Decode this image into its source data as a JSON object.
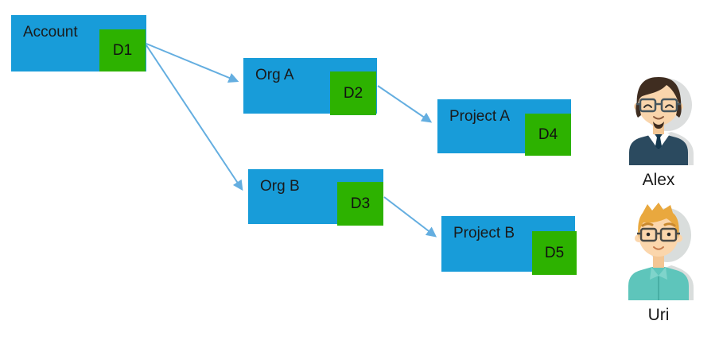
{
  "diagram": {
    "nodes": [
      {
        "id": "account",
        "label": "Account",
        "badge": "D1"
      },
      {
        "id": "org-a",
        "label": "Org A",
        "badge": "D2"
      },
      {
        "id": "project-a",
        "label": "Project A",
        "badge": "D4"
      },
      {
        "id": "org-b",
        "label": "Org B",
        "badge": "D3"
      },
      {
        "id": "project-b",
        "label": "Project B",
        "badge": "D5"
      }
    ],
    "edges": [
      {
        "from": "D1",
        "to": "Org A"
      },
      {
        "from": "D1",
        "to": "Org B"
      },
      {
        "from": "D2",
        "to": "Project A"
      },
      {
        "from": "D3",
        "to": "Project B"
      }
    ],
    "colors": {
      "node_fill": "#189CD9",
      "badge_fill": "#2DB200",
      "arrow": "#64AEE0",
      "text": "#1A1A1A"
    }
  },
  "users": [
    {
      "name": "Alex",
      "avatar": "man-dark-hair-glasses-navy-sweater"
    },
    {
      "name": "Uri",
      "avatar": "man-blond-spiky-hair-glasses-teal-shirt"
    }
  ]
}
